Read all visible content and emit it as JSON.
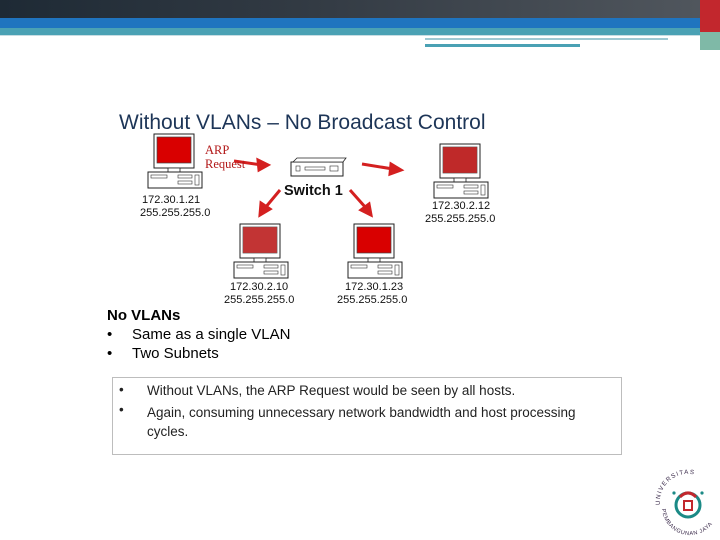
{
  "slide": {
    "title": "Without VLANs – No Broadcast Control",
    "colors": {
      "title": "#1d3557",
      "banner_blue": "#1f74bf",
      "banner_teal": "#4aa1b4",
      "accent_red": "#c2272d",
      "screen_red": "#d90000"
    }
  },
  "diagram": {
    "arp_label_line1": "ARP",
    "arp_label_line2": "Request",
    "switch_label": "Switch 1",
    "hosts": [
      {
        "ip": "172.30.1.21",
        "mask": "255.255.255.0"
      },
      {
        "ip": "172.30.2.12",
        "mask": "255.255.255.0"
      },
      {
        "ip": "172.30.2.10",
        "mask": "255.255.255.0"
      },
      {
        "ip": "172.30.1.23",
        "mask": "255.255.255.0"
      }
    ]
  },
  "bullets": {
    "heading": "No VLANs",
    "items": [
      "Same as a single VLAN",
      "Two Subnets"
    ],
    "bullet_char": "•"
  },
  "note": {
    "bullet_char": "•",
    "items": [
      "Without VLANs, the ARP Request would be seen by all hosts.",
      "Again, consuming unnecessary network bandwidth and host processing cycles."
    ]
  },
  "logo": {
    "text": "UNIVERSITAS PEMBANGUNAN JAYA",
    "icon": "university-seal-icon"
  }
}
